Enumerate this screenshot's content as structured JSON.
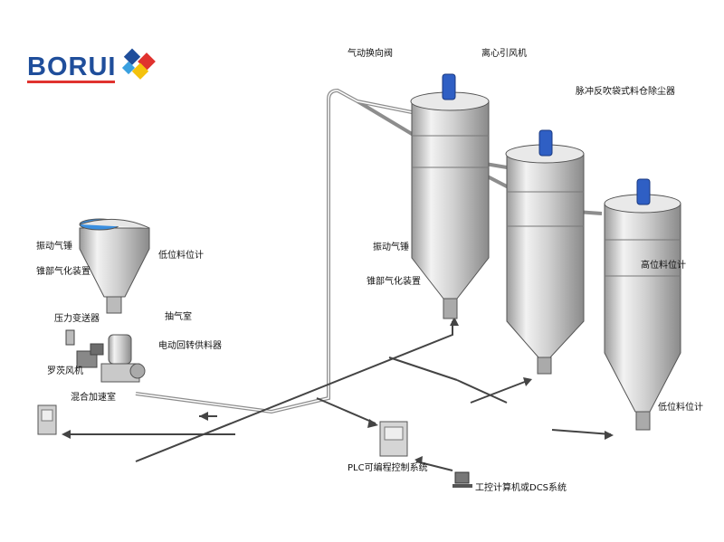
{
  "brand": {
    "name": "BORUI",
    "colors": {
      "blue": "#1f4e9b",
      "red": "#e0322e",
      "yellow": "#f4c20d",
      "lightblue": "#3aa0e0"
    }
  },
  "labels": {
    "pneumatic_valve": "气动换向阀",
    "centrifugal_fan": "离心引风机",
    "pulse_dust_collector": "脉冲反吹袋式料仓除尘器",
    "vibrator_left": "振动气锤",
    "cone_aerator_left": "锥部气化装置",
    "low_level_left": "低位料位计",
    "exhaust_chamber": "抽气室",
    "pressure_transmitter": "压力变送器",
    "rotary_feeder": "电动回转供料器",
    "roots_blower": "罗茨风机",
    "mixing_chamber": "混合加速室",
    "vibrator_silo": "振动气锤",
    "cone_aerator_silo": "锥部气化装置",
    "high_level": "高位料位计",
    "low_level_right": "低位料位计",
    "plc": "PLC可编程控制系统",
    "dcs": "工控计算机或DCS系统"
  },
  "colors": {
    "silo": "#d9d9d9",
    "silo_edge": "#555555",
    "pipe": "#888888",
    "fan": "#2f5fc4"
  }
}
